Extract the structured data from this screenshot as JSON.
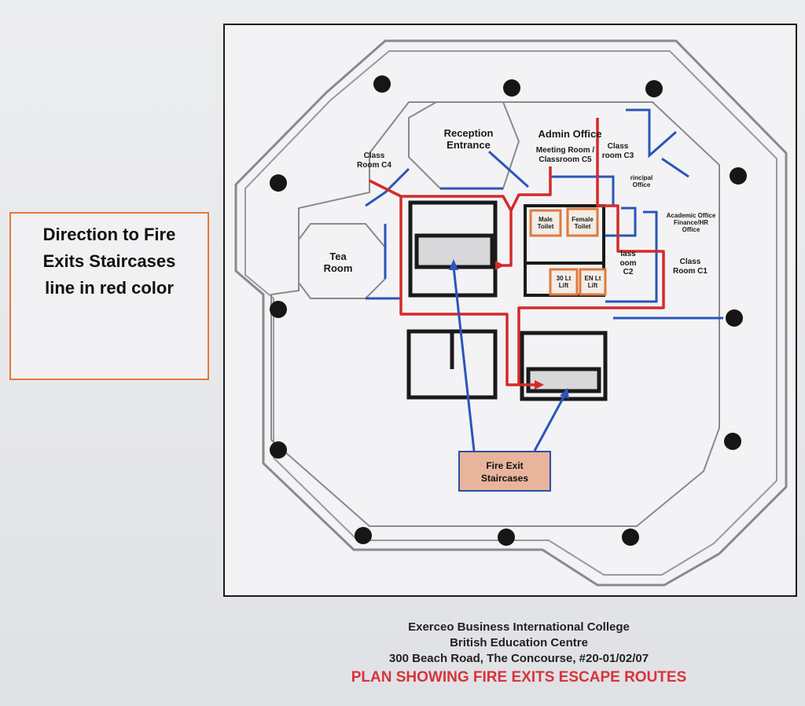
{
  "legend": {
    "line1": "Direction to Fire",
    "line2": "Exits Staircases",
    "line3": "line in red color"
  },
  "rooms": {
    "reception": "Reception Entrance",
    "admin": "Admin Office",
    "meeting": "Meeting Room / Classroom C5",
    "class_c3": "Class room C3",
    "principal": "rincipal Office",
    "class_c4": "Class Room C4",
    "tea": "Tea Room",
    "academic": "Academic Office Finance/HR Office",
    "class_c2": "lass oom C2",
    "class_c1": "Class Room C1",
    "toilet_male": "Male Toilet",
    "toilet_female": "Female Toilet",
    "lift_a": "30 Lt Lift",
    "lift_b": "EN Lt Lift"
  },
  "callout": {
    "line1": "Fire Exit",
    "line2": "Staircases"
  },
  "footer": {
    "line1": "Exerceo Business International College",
    "line2": "British Education Centre",
    "line3": "300 Beach Road, The Concourse, #20-01/02/07",
    "line4": "PLAN SHOWING FIRE EXITS ESCAPE ROUTES"
  },
  "colors": {
    "route_red": "#d42a2a",
    "partition_blue": "#2956b8",
    "room_orange": "#e07a3c",
    "footer_red": "#d8333b"
  }
}
